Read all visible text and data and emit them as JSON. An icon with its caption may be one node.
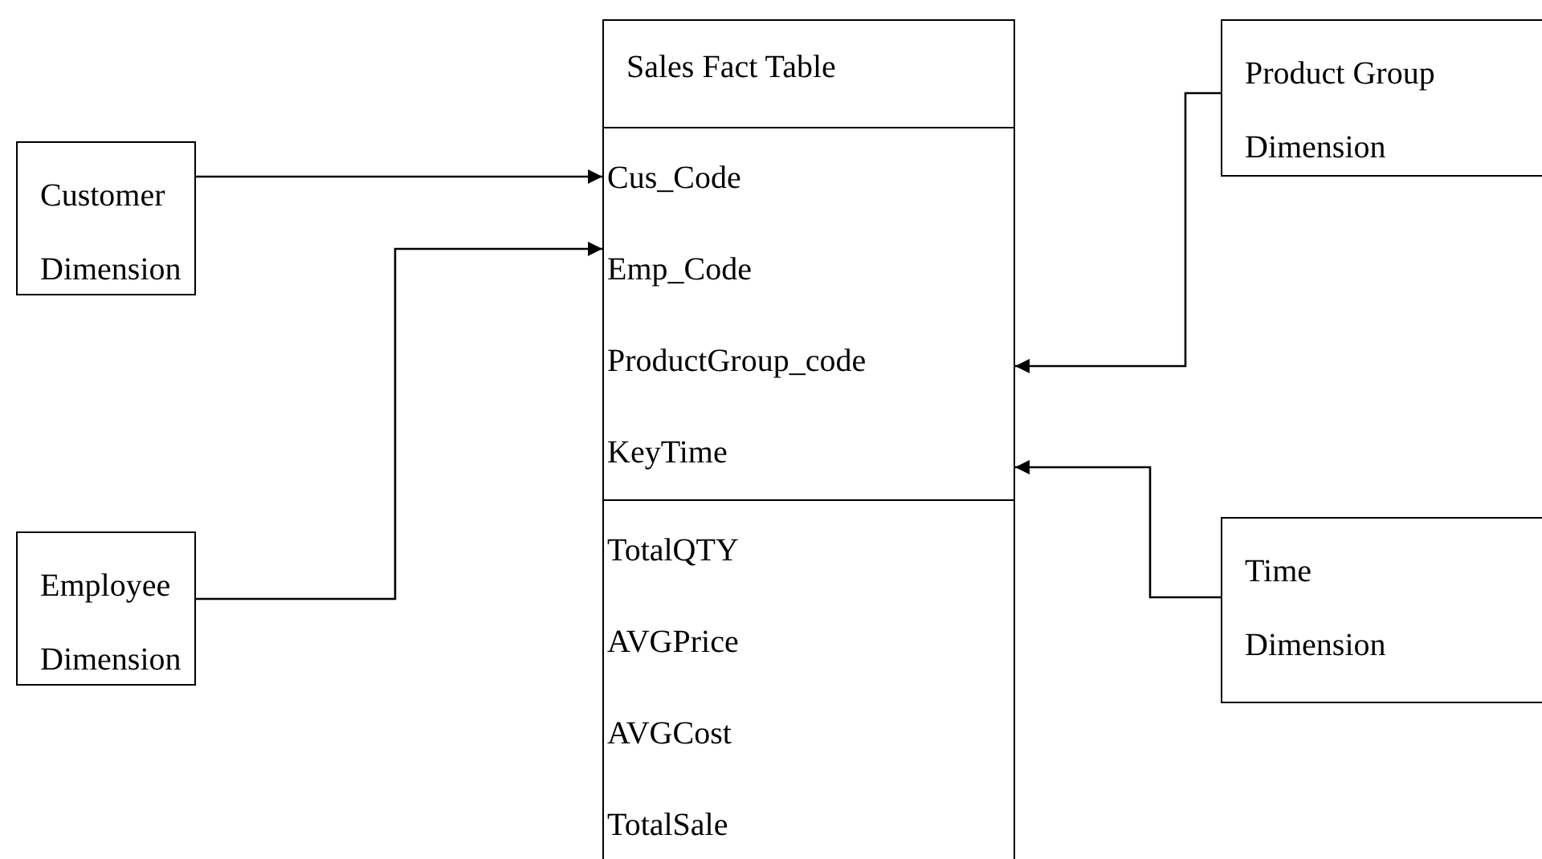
{
  "diagram": {
    "nodes": [
      {
        "text": [
          "Sales Fact Table"
        ]
      },
      {
        "text": [
          "Cus_Code"
        ],
        "in": 0
      },
      {
        "text": [
          "Emp_Code"
        ],
        "in": 0
      },
      {
        "text": [
          "ProductGroup_code"
        ],
        "in": 0
      },
      {
        "text": [
          "KeyTime"
        ],
        "in": 0
      },
      {
        "text": [
          "TotalQTY"
        ],
        "in": 0
      },
      {
        "text": [
          "AVGPrice"
        ],
        "in": 0
      },
      {
        "text": [
          "AVGCost"
        ],
        "in": 0
      },
      {
        "text": [
          "TotalSale"
        ],
        "in": 0
      },
      {
        "text": [
          "Customer Dimension"
        ]
      },
      {
        "text": [
          "Employee Dimension"
        ]
      },
      {
        "text": [
          "Product Group Dimension"
        ]
      },
      {
        "text": [
          "Time Dimension"
        ]
      }
    ],
    "edges": [
      {
        "from": 9,
        "to": 1,
        "arrow": "to"
      },
      {
        "from": 10,
        "to": 2,
        "arrow": "to"
      },
      {
        "from": 11,
        "to": 3,
        "arrow": "to"
      },
      {
        "from": 12,
        "to": 4,
        "arrow": "to"
      }
    ]
  }
}
